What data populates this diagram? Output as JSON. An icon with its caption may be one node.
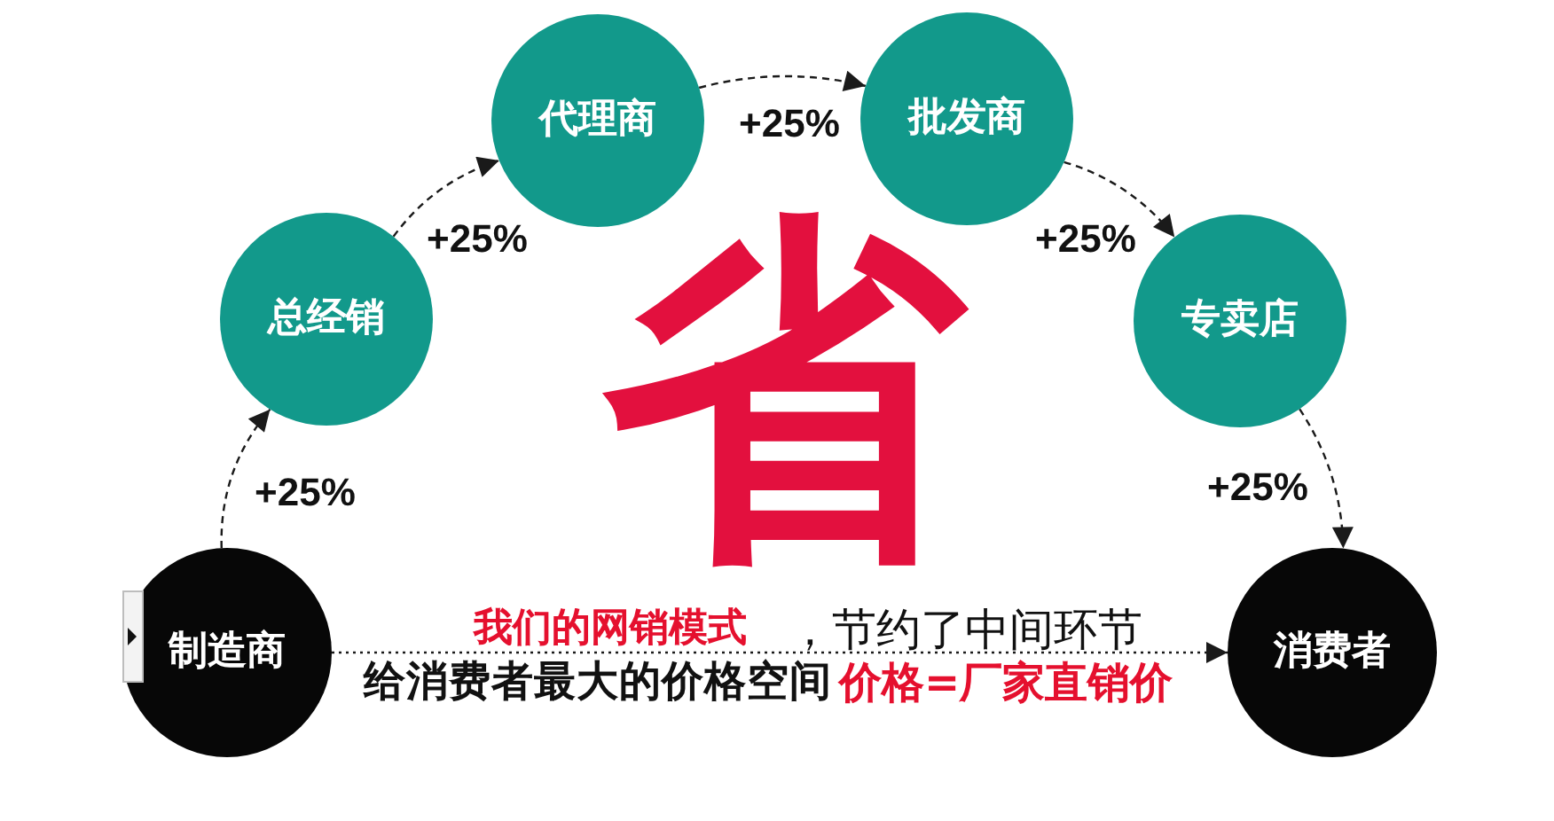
{
  "diagram": {
    "nodes": [
      {
        "text": [
          "制造商"
        ]
      },
      {
        "text": [
          "总经销"
        ]
      },
      {
        "text": [
          "代理商"
        ]
      },
      {
        "text": [
          "批发商"
        ]
      },
      {
        "text": [
          "专卖店"
        ]
      },
      {
        "text": [
          "消费者"
        ]
      }
    ],
    "edges": [
      {
        "from": 0,
        "to": 1,
        "arrow": "to",
        "label": "+25%",
        "style": "dashed"
      },
      {
        "from": 1,
        "to": 2,
        "arrow": "to",
        "label": "+25%",
        "style": "dashed"
      },
      {
        "from": 2,
        "to": 3,
        "arrow": "to",
        "label": "+25%",
        "style": "dashed"
      },
      {
        "from": 3,
        "to": 4,
        "arrow": "to",
        "label": "+25%",
        "style": "dashed"
      },
      {
        "from": 4,
        "to": 5,
        "arrow": "to",
        "label": "+25%",
        "style": "dashed"
      },
      {
        "from": 0,
        "to": 5,
        "arrow": "to",
        "style": "dashed"
      }
    ],
    "labels": [
      "省",
      "我们的网销模式",
      "，节约了中间环节",
      "给消费者最大的价格空间",
      "价格=厂家直销价"
    ]
  }
}
